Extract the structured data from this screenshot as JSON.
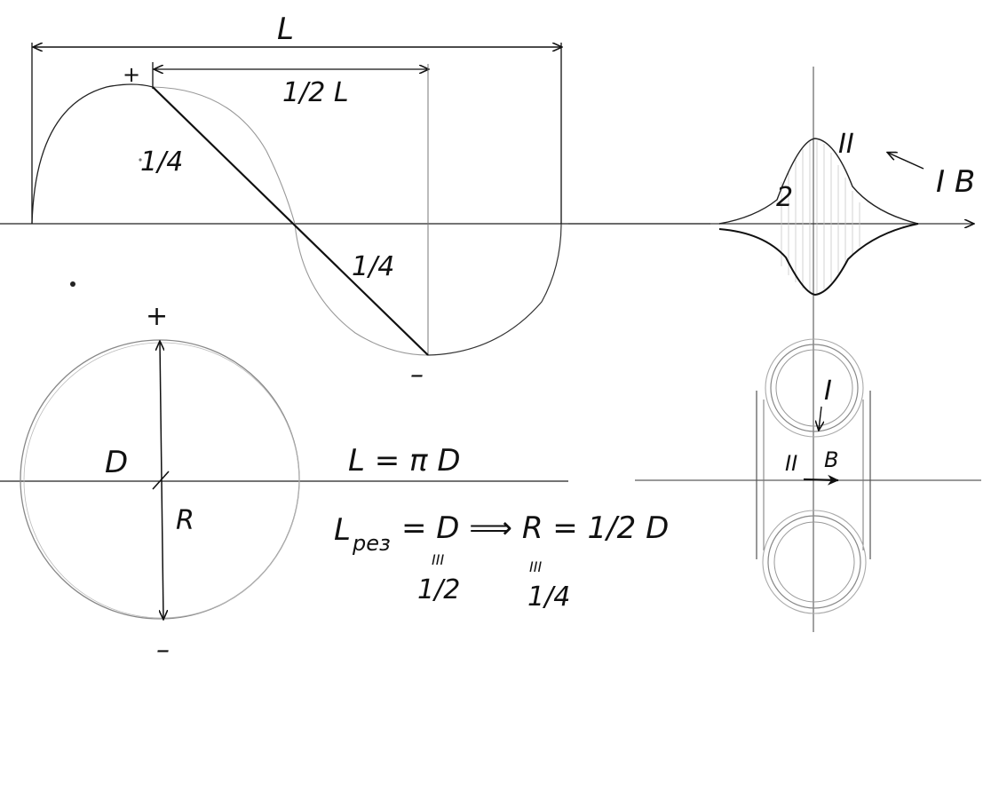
{
  "labels": {
    "L_top": "L",
    "half_L": "1/2 L",
    "plus_wave": "+",
    "quarter_upper": "1/4",
    "quarter_lower": "1/4",
    "minus_wave": "–",
    "plus_circle": "+",
    "minus_circle": "–",
    "D_label": "D",
    "R_label": "R",
    "roman_two_top": "II",
    "flux_label": "I B",
    "region_two": "2",
    "roman_one": "I",
    "roman_two_bottom": "II",
    "b_label": "B"
  },
  "formulas": {
    "f1": "L = π D",
    "f2_lhs": "L",
    "f2_sub": "рез",
    "f2_rest": "= D  ⟹  R = 1/2 D",
    "eq_mark_left": "III",
    "eq_mark_right": "III",
    "under_D": "1/2",
    "under_R": "1/4"
  },
  "colors": {
    "ink": "#111111",
    "pencil": "#9a9a9a",
    "hatch": "#c8c8c8"
  }
}
